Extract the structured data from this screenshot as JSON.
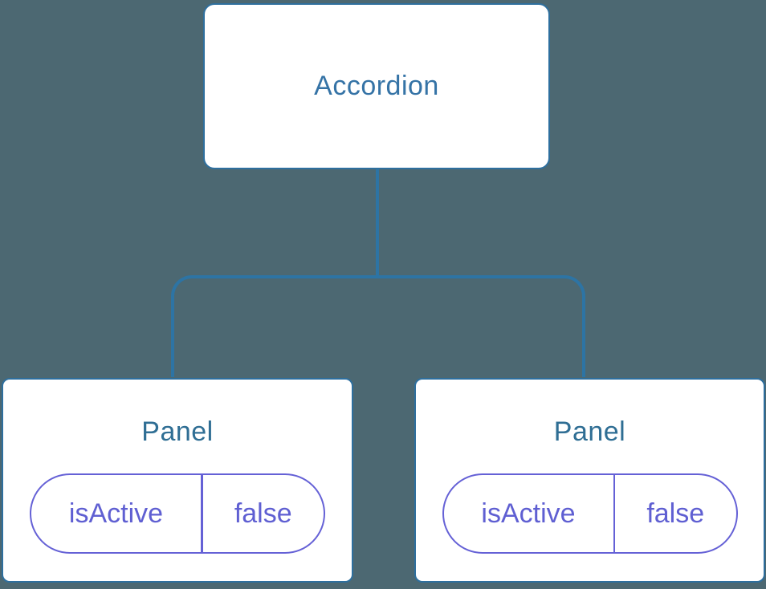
{
  "diagram": {
    "root_node": {
      "label": "Accordion"
    },
    "panels": [
      {
        "label": "Panel",
        "state_name": "isActive",
        "state_value": "false"
      },
      {
        "label": "Panel",
        "state_name": "isActive",
        "state_value": "false"
      }
    ],
    "colors": {
      "background": "#4c6872",
      "node_background": "#ffffff",
      "node_border": "#2e6f9e",
      "connector": "#2d74a4",
      "root_label_text": "#3573a6",
      "panel_label_text": "#2f6e94",
      "state_pill_border": "#6561d6",
      "state_text": "#5f5fd2"
    }
  }
}
